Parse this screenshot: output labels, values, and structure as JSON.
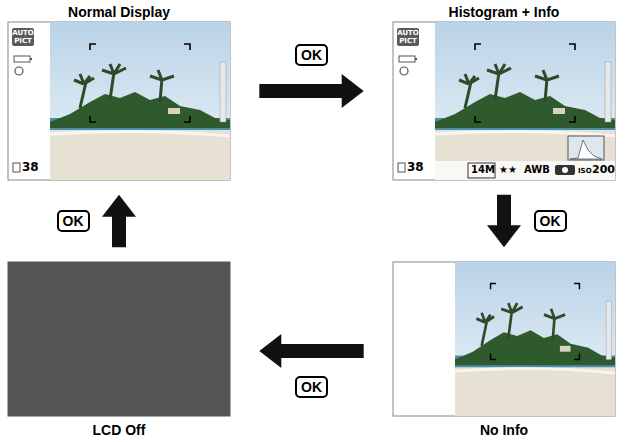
{
  "diagram": {
    "nodes": [
      {
        "text": [
          "Normal Display"
        ]
      },
      {
        "text": [
          "Histogram + Info"
        ]
      },
      {
        "text": [
          "LCD Off"
        ]
      },
      {
        "text": [
          "No Info"
        ]
      }
    ],
    "edges": [
      {
        "from": 0,
        "to": 1,
        "arrow": "to",
        "label": "OK"
      },
      {
        "from": 1,
        "to": 3,
        "arrow": "to",
        "label": "OK"
      },
      {
        "from": 3,
        "to": 2,
        "arrow": "to",
        "label": "OK"
      },
      {
        "from": 2,
        "to": 0,
        "arrow": "to",
        "label": "OK"
      }
    ],
    "labels": [
      "AUTO PICT",
      "38",
      "AUTO PICT",
      "38",
      "14M",
      "★★",
      "AWB",
      "ISO",
      "200"
    ]
  }
}
